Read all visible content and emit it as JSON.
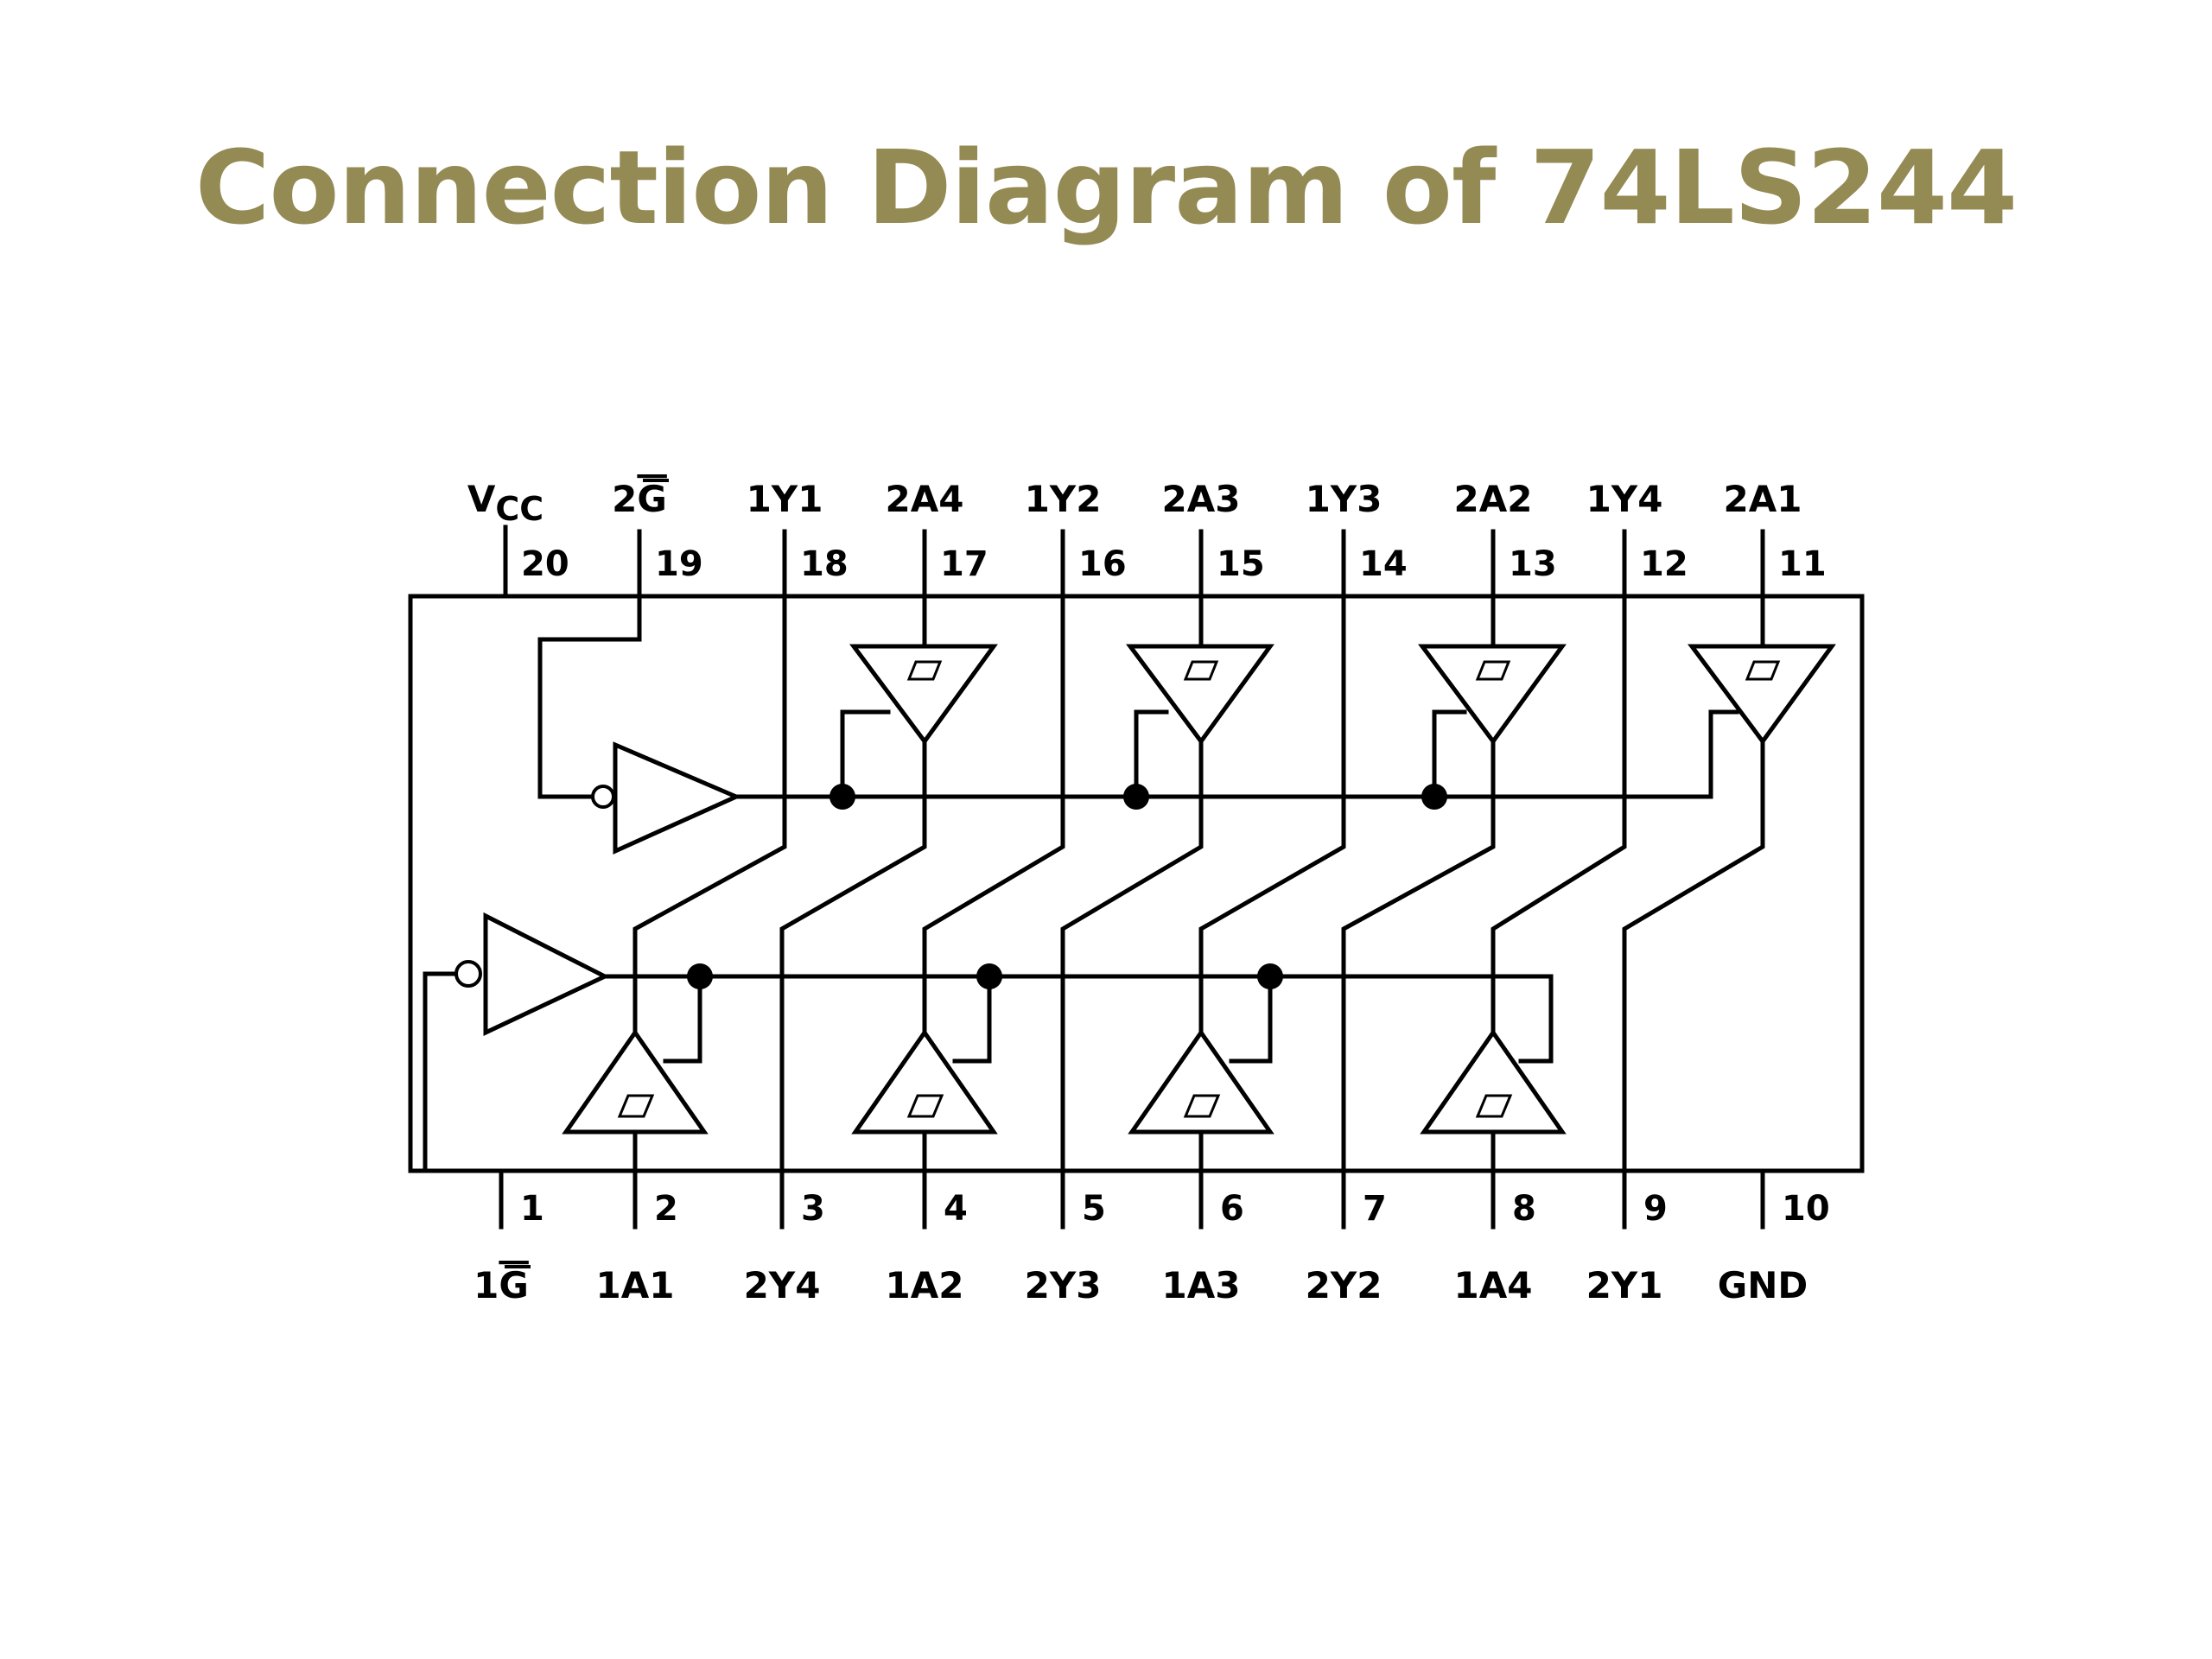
{
  "title": "Connection Diagram of 74LS244",
  "colors": {
    "title": "#948a54",
    "line": "#000000",
    "background": "#ffffff"
  },
  "top_pins": [
    {
      "number": "20",
      "name_main": "V",
      "name_sub": "CC"
    },
    {
      "number": "19",
      "name_main": "2",
      "name_bar": "G"
    },
    {
      "number": "18",
      "name_main": "1Y1"
    },
    {
      "number": "17",
      "name_main": "2A4"
    },
    {
      "number": "16",
      "name_main": "1Y2"
    },
    {
      "number": "15",
      "name_main": "2A3"
    },
    {
      "number": "14",
      "name_main": "1Y3"
    },
    {
      "number": "13",
      "name_main": "2A2"
    },
    {
      "number": "12",
      "name_main": "1Y4"
    },
    {
      "number": "11",
      "name_main": "2A1"
    }
  ],
  "bottom_pins": [
    {
      "number": "1",
      "name_main": "1",
      "name_bar": "G"
    },
    {
      "number": "2",
      "name_main": "1A1"
    },
    {
      "number": "3",
      "name_main": "2Y4"
    },
    {
      "number": "4",
      "name_main": "1A2"
    },
    {
      "number": "5",
      "name_main": "2Y3"
    },
    {
      "number": "6",
      "name_main": "1A3"
    },
    {
      "number": "7",
      "name_main": "2Y2"
    },
    {
      "number": "8",
      "name_main": "1A4"
    },
    {
      "number": "9",
      "name_main": "2Y1"
    },
    {
      "number": "10",
      "name_main": "GND"
    }
  ]
}
